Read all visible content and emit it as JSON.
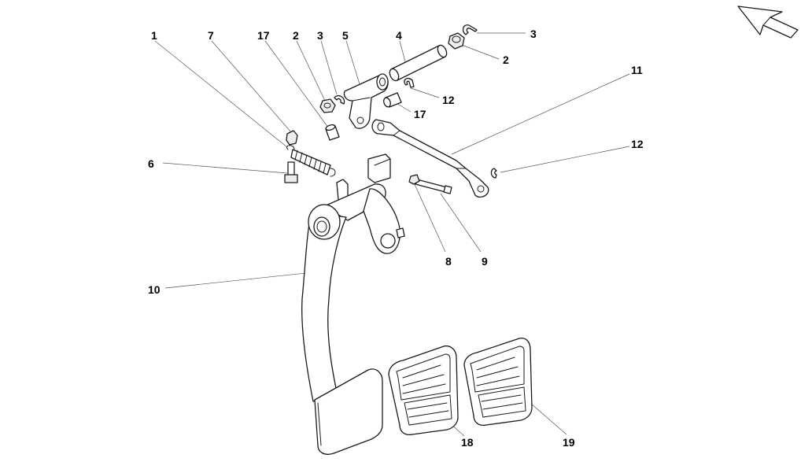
{
  "callouts": [
    {
      "id": "c1",
      "label": "1"
    },
    {
      "id": "c7",
      "label": "7"
    },
    {
      "id": "c17a",
      "label": "17"
    },
    {
      "id": "c2a",
      "label": "2"
    },
    {
      "id": "c3a",
      "label": "3"
    },
    {
      "id": "c5",
      "label": "5"
    },
    {
      "id": "c4",
      "label": "4"
    },
    {
      "id": "c3b",
      "label": "3"
    },
    {
      "id": "c2b",
      "label": "2"
    },
    {
      "id": "c12a",
      "label": "12"
    },
    {
      "id": "c17b",
      "label": "17"
    },
    {
      "id": "c11",
      "label": "11"
    },
    {
      "id": "c12b",
      "label": "12"
    },
    {
      "id": "c6",
      "label": "6"
    },
    {
      "id": "c8",
      "label": "8"
    },
    {
      "id": "c9",
      "label": "9"
    },
    {
      "id": "c10",
      "label": "10"
    },
    {
      "id": "c18",
      "label": "18"
    },
    {
      "id": "c19",
      "label": "19"
    }
  ],
  "icons": {
    "orientation": "direction-arrow-icon"
  }
}
